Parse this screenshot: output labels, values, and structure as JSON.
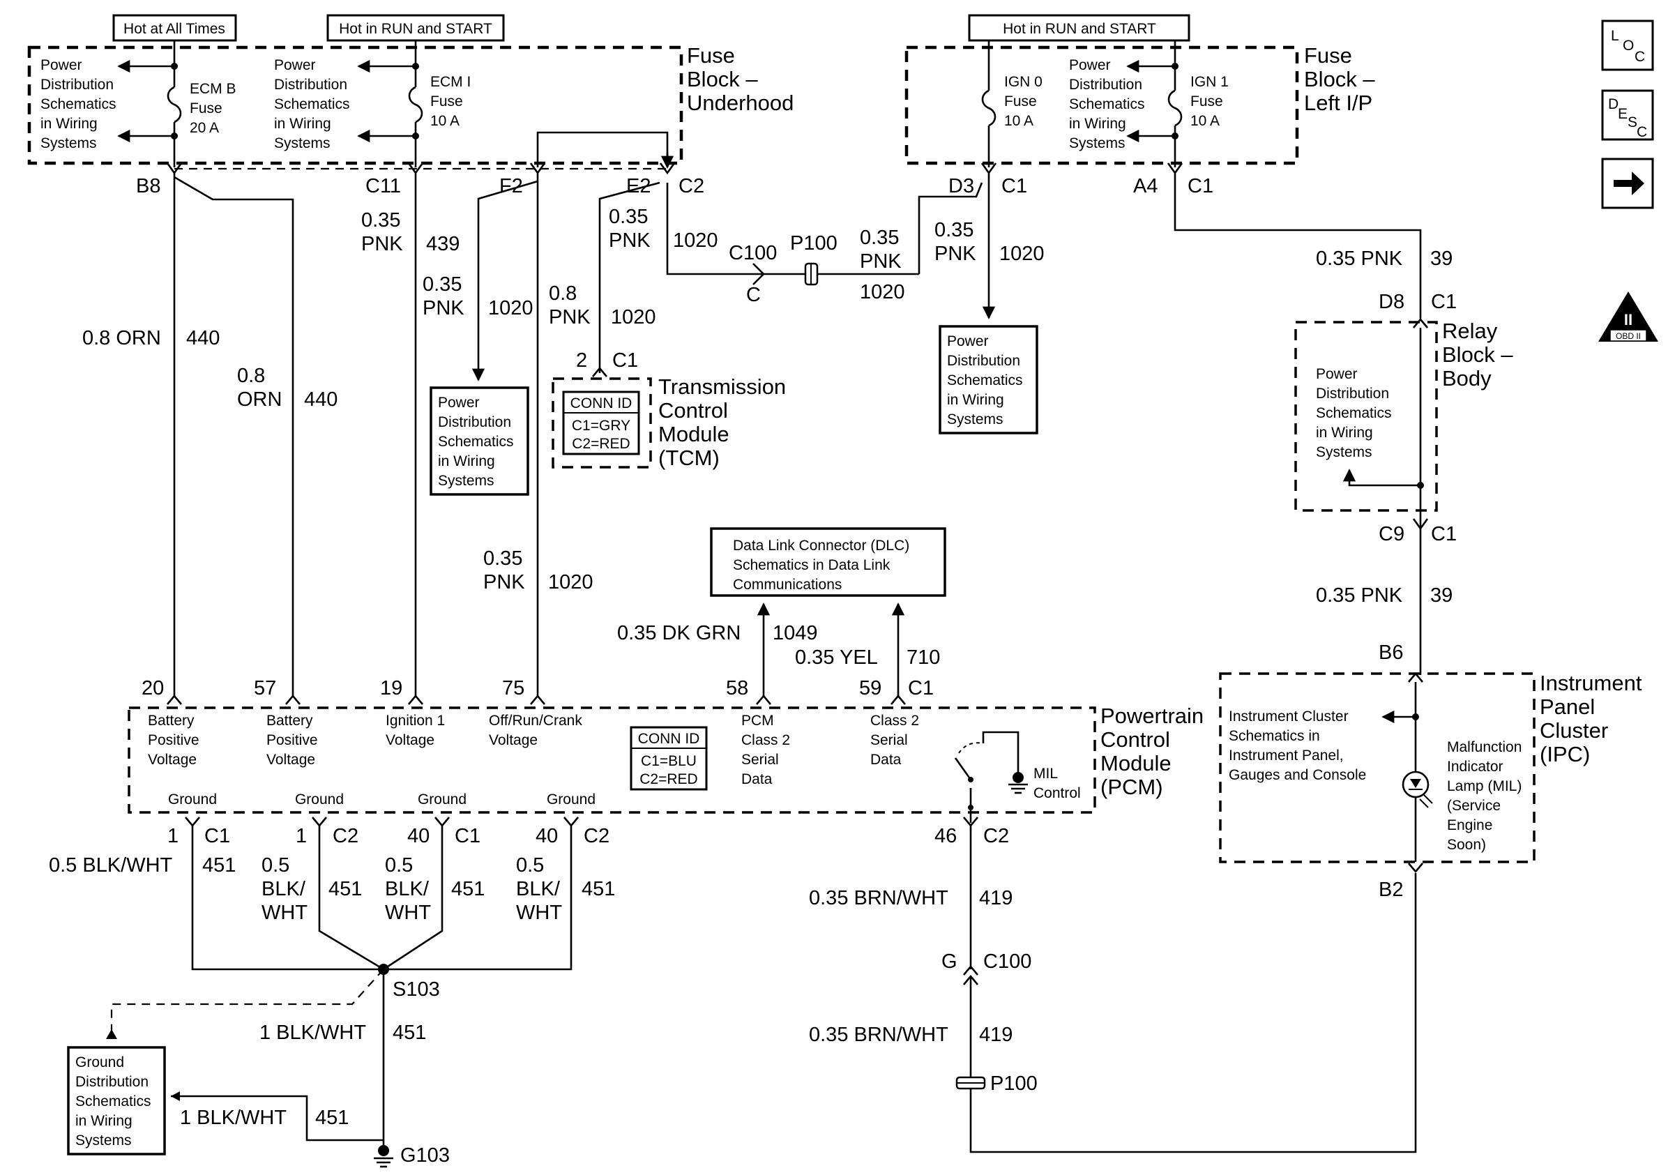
{
  "headers": {
    "hot_always": "Hot at All Times",
    "hot_run_start_1": "Hot in RUN and START",
    "hot_run_start_2": "Hot in RUN and START"
  },
  "fuse_underhood": {
    "title": [
      "Fuse",
      "Block –",
      "Underhood"
    ],
    "pd1": [
      "Power",
      "Distribution",
      "Schematics",
      "in Wiring",
      "Systems"
    ],
    "ecmb": [
      "ECM B",
      "Fuse",
      "20 A"
    ],
    "pd2": [
      "Power",
      "Distribution",
      "Schematics",
      "in Wiring",
      "Systems"
    ],
    "ecmi": [
      "ECM I",
      "Fuse",
      "10 A"
    ]
  },
  "fuse_lip": {
    "title": [
      "Fuse",
      "Block –",
      "Left I/P"
    ],
    "ign0": [
      "IGN 0",
      "Fuse",
      "10 A"
    ],
    "pd": [
      "Power",
      "Distribution",
      "Schematics",
      "in Wiring",
      "Systems"
    ],
    "ign1": [
      "IGN 1",
      "Fuse",
      "10 A"
    ]
  },
  "pins_top": {
    "b8": "B8",
    "c11": "C11",
    "f2": "F2",
    "e2": "E2",
    "c2": "C2",
    "d3": "D3",
    "c1a": "C1",
    "a4": "A4",
    "c1b": "C1"
  },
  "wires": {
    "w440a_g": "0.8 ORN",
    "w440a_n": "440",
    "w440b_g1": "0.8",
    "w440b_g2": "ORN",
    "w440b_n": "440",
    "w439_g1": "0.35",
    "w439_g2": "PNK",
    "w439_n": "439",
    "w1020a_g1": "0.35",
    "w1020a_g2": "PNK",
    "w1020a_n": "1020",
    "w1020b_g1": "0.8",
    "w1020b_g2": "PNK",
    "w1020b_n": "1020",
    "w1020c_g1": "0.35",
    "w1020c_g2": "PNK",
    "w1020c_n": "1020",
    "w1020d_g1": "0.35",
    "w1020d_g2": "PNK",
    "w1020d_n": "1020",
    "w1020e_g1": "0.35",
    "w1020e_g2": "PNK",
    "w1020e_n": "1020",
    "w1020f_g1": "0.35",
    "w1020f_g2": "PNK",
    "w1020f_n": "1020",
    "w39a_g": "0.35 PNK",
    "w39a_n": "39",
    "w39b_g": "0.35 PNK",
    "w39b_n": "39",
    "w1049_g": "0.35 DK GRN",
    "w1049_n": "1049",
    "w710_g": "0.35 YEL",
    "w710_n": "710",
    "w451a_g": "0.5 BLK/WHT",
    "w451a_n": "451",
    "w451b_g1": "0.5",
    "w451b_g2": "BLK/",
    "w451b_g3": "WHT",
    "w451b_n": "451",
    "w451c_g1": "0.5",
    "w451c_g2": "BLK/",
    "w451c_g3": "WHT",
    "w451c_n": "451",
    "w451d_g1": "0.5",
    "w451d_g2": "BLK/",
    "w451d_g3": "WHT",
    "w451d_n": "451",
    "w451e_g": "1 BLK/WHT",
    "w451e_n": "451",
    "w451f_g": "1 BLK/WHT",
    "w451f_n": "451",
    "w419a_g": "0.35 BRN/WHT",
    "w419a_n": "419",
    "w419b_g": "0.35 BRN/WHT",
    "w419b_n": "419"
  },
  "c100": {
    "label": "C100",
    "pin": "C"
  },
  "p100_top": "P100",
  "pd_box_1": [
    "Power",
    "Distribution",
    "Schematics",
    "in Wiring",
    "Systems"
  ],
  "pd_box_2": [
    "Power",
    "Distribution",
    "Schematics",
    "in Wiring",
    "Systems"
  ],
  "tcm": {
    "pin": "2",
    "conn": "C1",
    "title": [
      "Transmission",
      "Control",
      "Module",
      "(TCM)"
    ],
    "conn_id": [
      "CONN ID",
      "C1=GRY",
      "C2=RED"
    ]
  },
  "dlc": [
    "Data Link Connector (DLC)",
    "Schematics in Data Link",
    "Communications"
  ],
  "relay": {
    "pin_top": "D8",
    "conn_top": "C1",
    "title": [
      "Relay",
      "Block –",
      "Body"
    ],
    "pd": [
      "Power",
      "Distribution",
      "Schematics",
      "in Wiring",
      "Systems"
    ],
    "pin_bot": "C9",
    "conn_bot": "C1"
  },
  "pcm": {
    "title": [
      "Powertrain",
      "Control",
      "Module",
      "(PCM)"
    ],
    "pins": {
      "p20": "20",
      "p57": "57",
      "p19": "19",
      "p75": "75",
      "p58": "58",
      "p59": "59",
      "c1": "C1"
    },
    "bat1": [
      "Battery",
      "Positive",
      "Voltage"
    ],
    "bat2": [
      "Battery",
      "Positive",
      "Voltage"
    ],
    "ign": [
      "Ignition 1",
      "Voltage"
    ],
    "orc": [
      "Off/Run/Crank",
      "Voltage"
    ],
    "conn_id": [
      "CONN ID",
      "C1=BLU",
      "C2=RED"
    ],
    "class2a": [
      "PCM",
      "Class 2",
      "Serial",
      "Data"
    ],
    "class2b": [
      "Class 2",
      "Serial",
      "Data"
    ],
    "mil": [
      "MIL",
      "Control"
    ],
    "ground": "Ground",
    "bpins": {
      "p1a": "1",
      "c1a": "C1",
      "p1b": "1",
      "c2b": "C2",
      "p40a": "40",
      "c1c": "C1",
      "p40b": "40",
      "c2d": "C2",
      "p46": "46",
      "c2e": "C2"
    }
  },
  "ipc": {
    "pin_top": "B6",
    "title": [
      "Instrument",
      "Panel",
      "Cluster",
      "(IPC)"
    ],
    "ic": [
      "Instrument Cluster",
      "Schematics in",
      "Instrument Panel,",
      "Gauges and Console"
    ],
    "mil": [
      "Malfunction",
      "Indicator",
      "Lamp (MIL)",
      "(Service",
      "Engine",
      "Soon)"
    ],
    "pin_bot": "B2"
  },
  "splice": "S103",
  "gnd_box": [
    "Ground",
    "Distribution",
    "Schematics",
    "in Wiring",
    "Systems"
  ],
  "g103": "G103",
  "c100_bot": {
    "pin": "G",
    "label": "C100"
  },
  "p100_bot": "P100",
  "side_icons": {
    "loc": [
      "L",
      "O",
      "C"
    ],
    "desc": [
      "D",
      "E",
      "S",
      "C"
    ],
    "obd": "OBD II",
    "obd_num": "II"
  }
}
